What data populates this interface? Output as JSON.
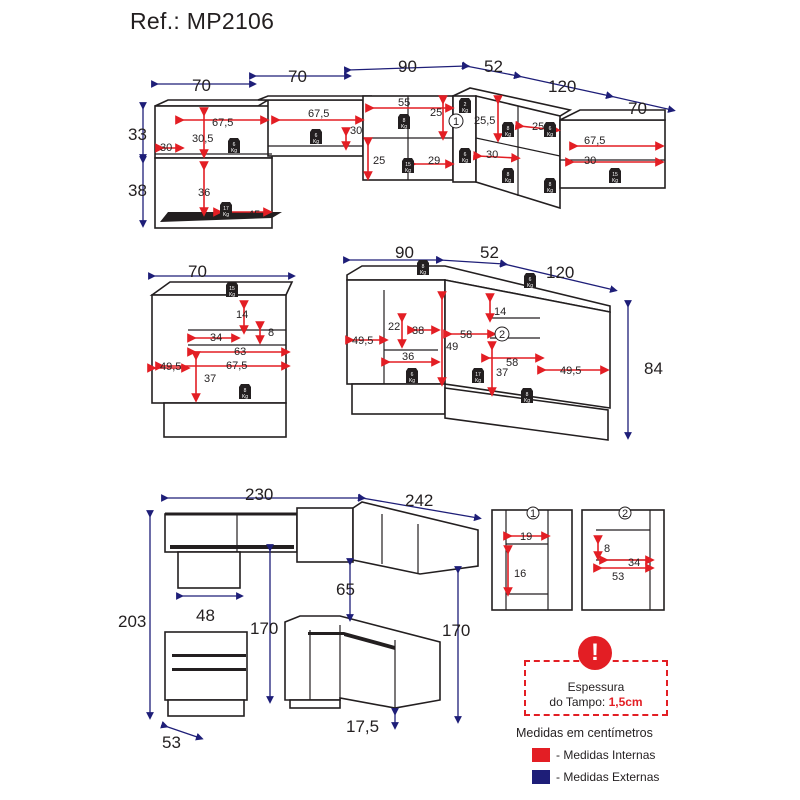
{
  "title": "Ref.: MP2106",
  "top_view": {
    "ext_widths": [
      "70",
      "70",
      "90",
      "52",
      "120",
      "70"
    ],
    "ext_heights": [
      "33",
      "38"
    ],
    "int_labels": [
      "67,5",
      "30,5",
      "30",
      "36",
      "45",
      "67,5",
      "30",
      "55",
      "25",
      "25",
      "29",
      "25,5",
      "25,5",
      "30",
      "67,5",
      "30"
    ],
    "detail_marker": "1"
  },
  "middle_view": {
    "left_width": "70",
    "left_int": [
      "14",
      "34",
      "8",
      "63",
      "67,5",
      "49,5",
      "37"
    ],
    "corner_widths": [
      "90",
      "52",
      "120"
    ],
    "corner_int": [
      "14",
      "22",
      "38",
      "49,5",
      "58",
      "36",
      "49",
      "58",
      "37",
      "49,5"
    ],
    "height": "84",
    "detail_marker": "2"
  },
  "bottom_view": {
    "total_widths": [
      "230",
      "242"
    ],
    "total_height": "203",
    "gap_height_left": "170",
    "gap_height_right": "170",
    "depth_upper": "48",
    "counter_gap": "65",
    "base_depth": "53",
    "toe_kick": "17,5"
  },
  "detail_1": {
    "marker": "1",
    "labels": [
      "19",
      "16"
    ]
  },
  "detail_2": {
    "marker": "2",
    "labels": [
      "8",
      "34",
      "53"
    ]
  },
  "weight_unit": "Kg",
  "weights": [
    "6",
    "6",
    "17",
    "8",
    "2",
    "8",
    "6",
    "6",
    "15",
    "8",
    "8",
    "15",
    "15",
    "8",
    "8"
  ],
  "legend": {
    "warning_line1": "Espessura",
    "warning_line2_prefix": "do Tampo:",
    "warning_value": "1,5cm",
    "units_text": "Medidas em centímetros",
    "internal_label": "- Medidas Internas",
    "external_label": "- Medidas Externas",
    "internal_color": "#e31e24",
    "external_color": "#1e1e78"
  }
}
